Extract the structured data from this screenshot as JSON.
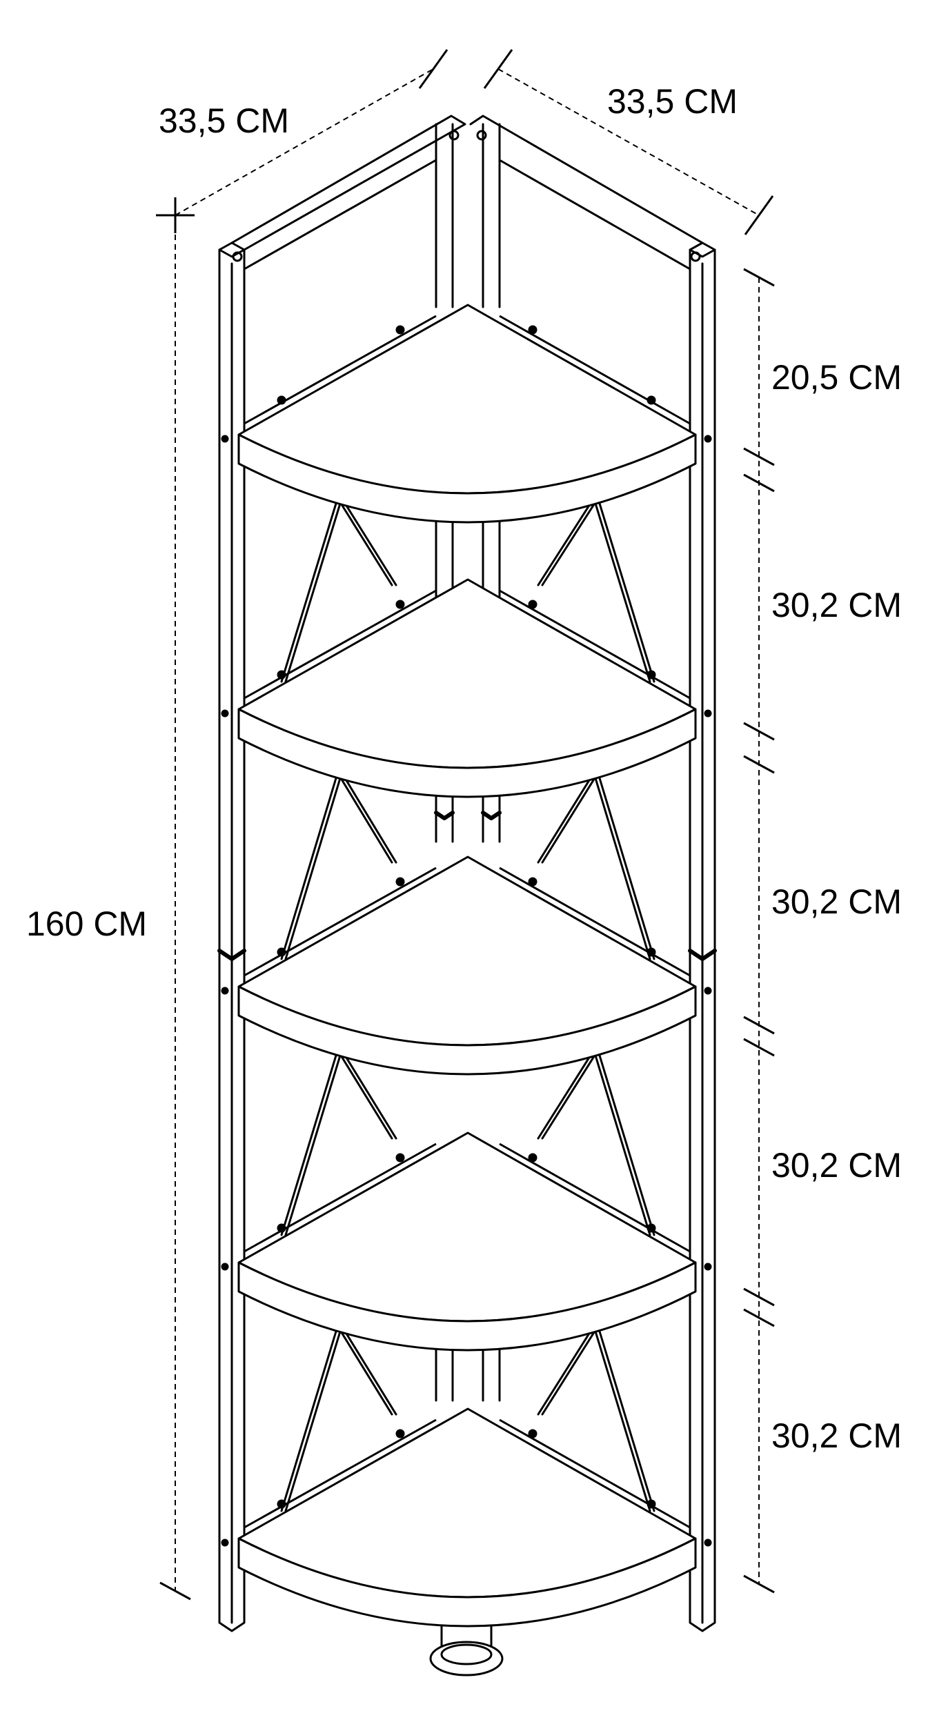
{
  "dimensions": {
    "width_left": "33,5 CM",
    "width_right": "33,5 CM",
    "total_height": "160 CM",
    "gap_top": "20,5 CM",
    "gap_2": "30,2 CM",
    "gap_3": "30,2 CM",
    "gap_4": "30,2 CM",
    "gap_5": "30,2 CM"
  },
  "shelf_count": 5,
  "colors": {
    "line": "#000000",
    "background": "#ffffff"
  }
}
